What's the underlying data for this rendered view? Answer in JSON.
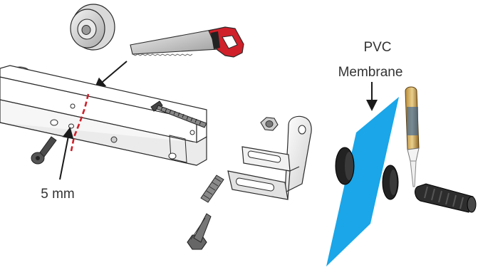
{
  "labels": {
    "pvc": "PVC",
    "membrane": "Membrane",
    "cut_distance": "5 mm"
  },
  "colors": {
    "outline": "#2a2a2a",
    "cut_line": "#d0202a",
    "membrane": "#1aa6e8",
    "saw_handle": "#d0202a",
    "text": "#333333"
  },
  "icons": [
    "caster-wheel-icon",
    "hand-saw-icon",
    "screw-icon",
    "hex-nut-icon",
    "mounting-bracket-icon",
    "bolt-icon",
    "glue-tube-icon",
    "rubber-grip-icon",
    "rubber-washer-icon"
  ]
}
